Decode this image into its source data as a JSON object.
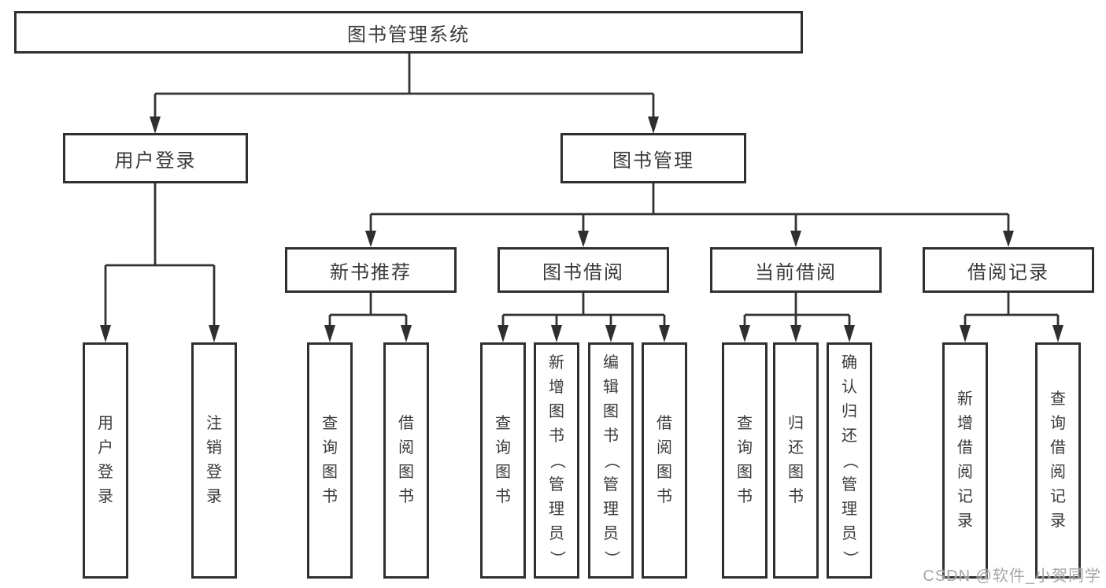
{
  "tree": {
    "root": {
      "label": "图书管理系统"
    },
    "branches": [
      {
        "label": "用户登录",
        "children": [
          {
            "label": "用户登录"
          },
          {
            "label": "注销登录"
          }
        ]
      },
      {
        "label": "图书管理",
        "children": [
          {
            "label": "新书推荐",
            "children": [
              {
                "label": "查询图书"
              },
              {
                "label": "借阅图书"
              }
            ]
          },
          {
            "label": "图书借阅",
            "children": [
              {
                "label": "查询图书"
              },
              {
                "label": "新增图书（管理员）"
              },
              {
                "label": "编辑图书（管理员）"
              },
              {
                "label": "借阅图书"
              }
            ]
          },
          {
            "label": "当前借阅",
            "children": [
              {
                "label": "查询图书"
              },
              {
                "label": "归还图书"
              },
              {
                "label": "确认归还（管理员）"
              }
            ]
          },
          {
            "label": "借阅记录",
            "children": [
              {
                "label": "新增借阅记录"
              },
              {
                "label": "查询借阅记录"
              }
            ]
          }
        ]
      }
    ]
  },
  "watermark": {
    "text": "CSDN @软件_小贺同学"
  },
  "style": {
    "line_color": "#333333",
    "box_border_color": "#2f2f2f",
    "text_color": "#3a3a3a",
    "watermark_color": "#969696",
    "background": "#ffffff"
  }
}
